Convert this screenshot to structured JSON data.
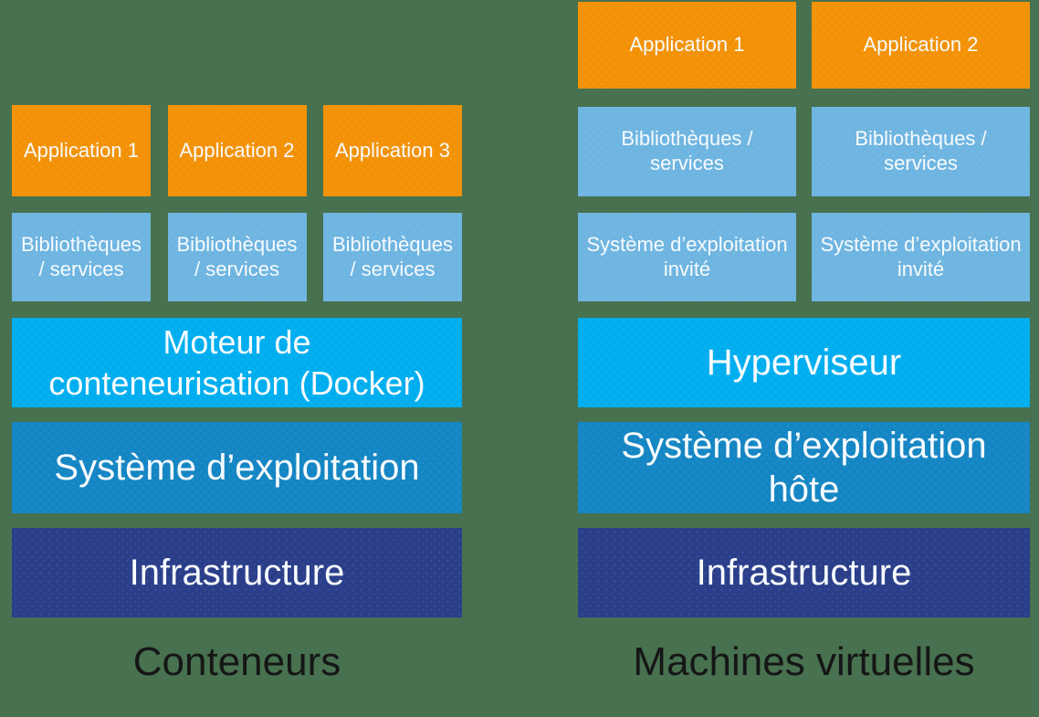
{
  "colors": {
    "background": "#47714F",
    "application": "#F39207",
    "libraries": "#6FB5E1",
    "engine": "#00AEEF",
    "os": "#1586C4",
    "infrastructure": "#2B3E8A",
    "text_light": "#F7FBFD",
    "label_text": "#161616"
  },
  "left_stack": {
    "label": "Conteneurs",
    "applications": [
      "Application 1",
      "Application 2",
      "Application 3"
    ],
    "libraries": [
      "Bibliothèques\n/ services",
      "Bibliothèques\n/ services",
      "Bibliothèques\n/ services"
    ],
    "engine": "Moteur de\nconteneurisation (Docker)",
    "os": "Système d’exploitation",
    "infrastructure": "Infrastructure"
  },
  "right_stack": {
    "label": "Machines virtuelles",
    "applications": [
      "Application 1",
      "Application 2"
    ],
    "libraries": [
      "Bibliothèques /\nservices",
      "Bibliothèques /\nservices"
    ],
    "guest_os": [
      "Système d’exploitation\ninvité",
      "Système d’exploitation\ninvité"
    ],
    "hypervisor": "Hyperviseur",
    "host_os": "Système d’exploitation\nhôte",
    "infrastructure": "Infrastructure"
  }
}
